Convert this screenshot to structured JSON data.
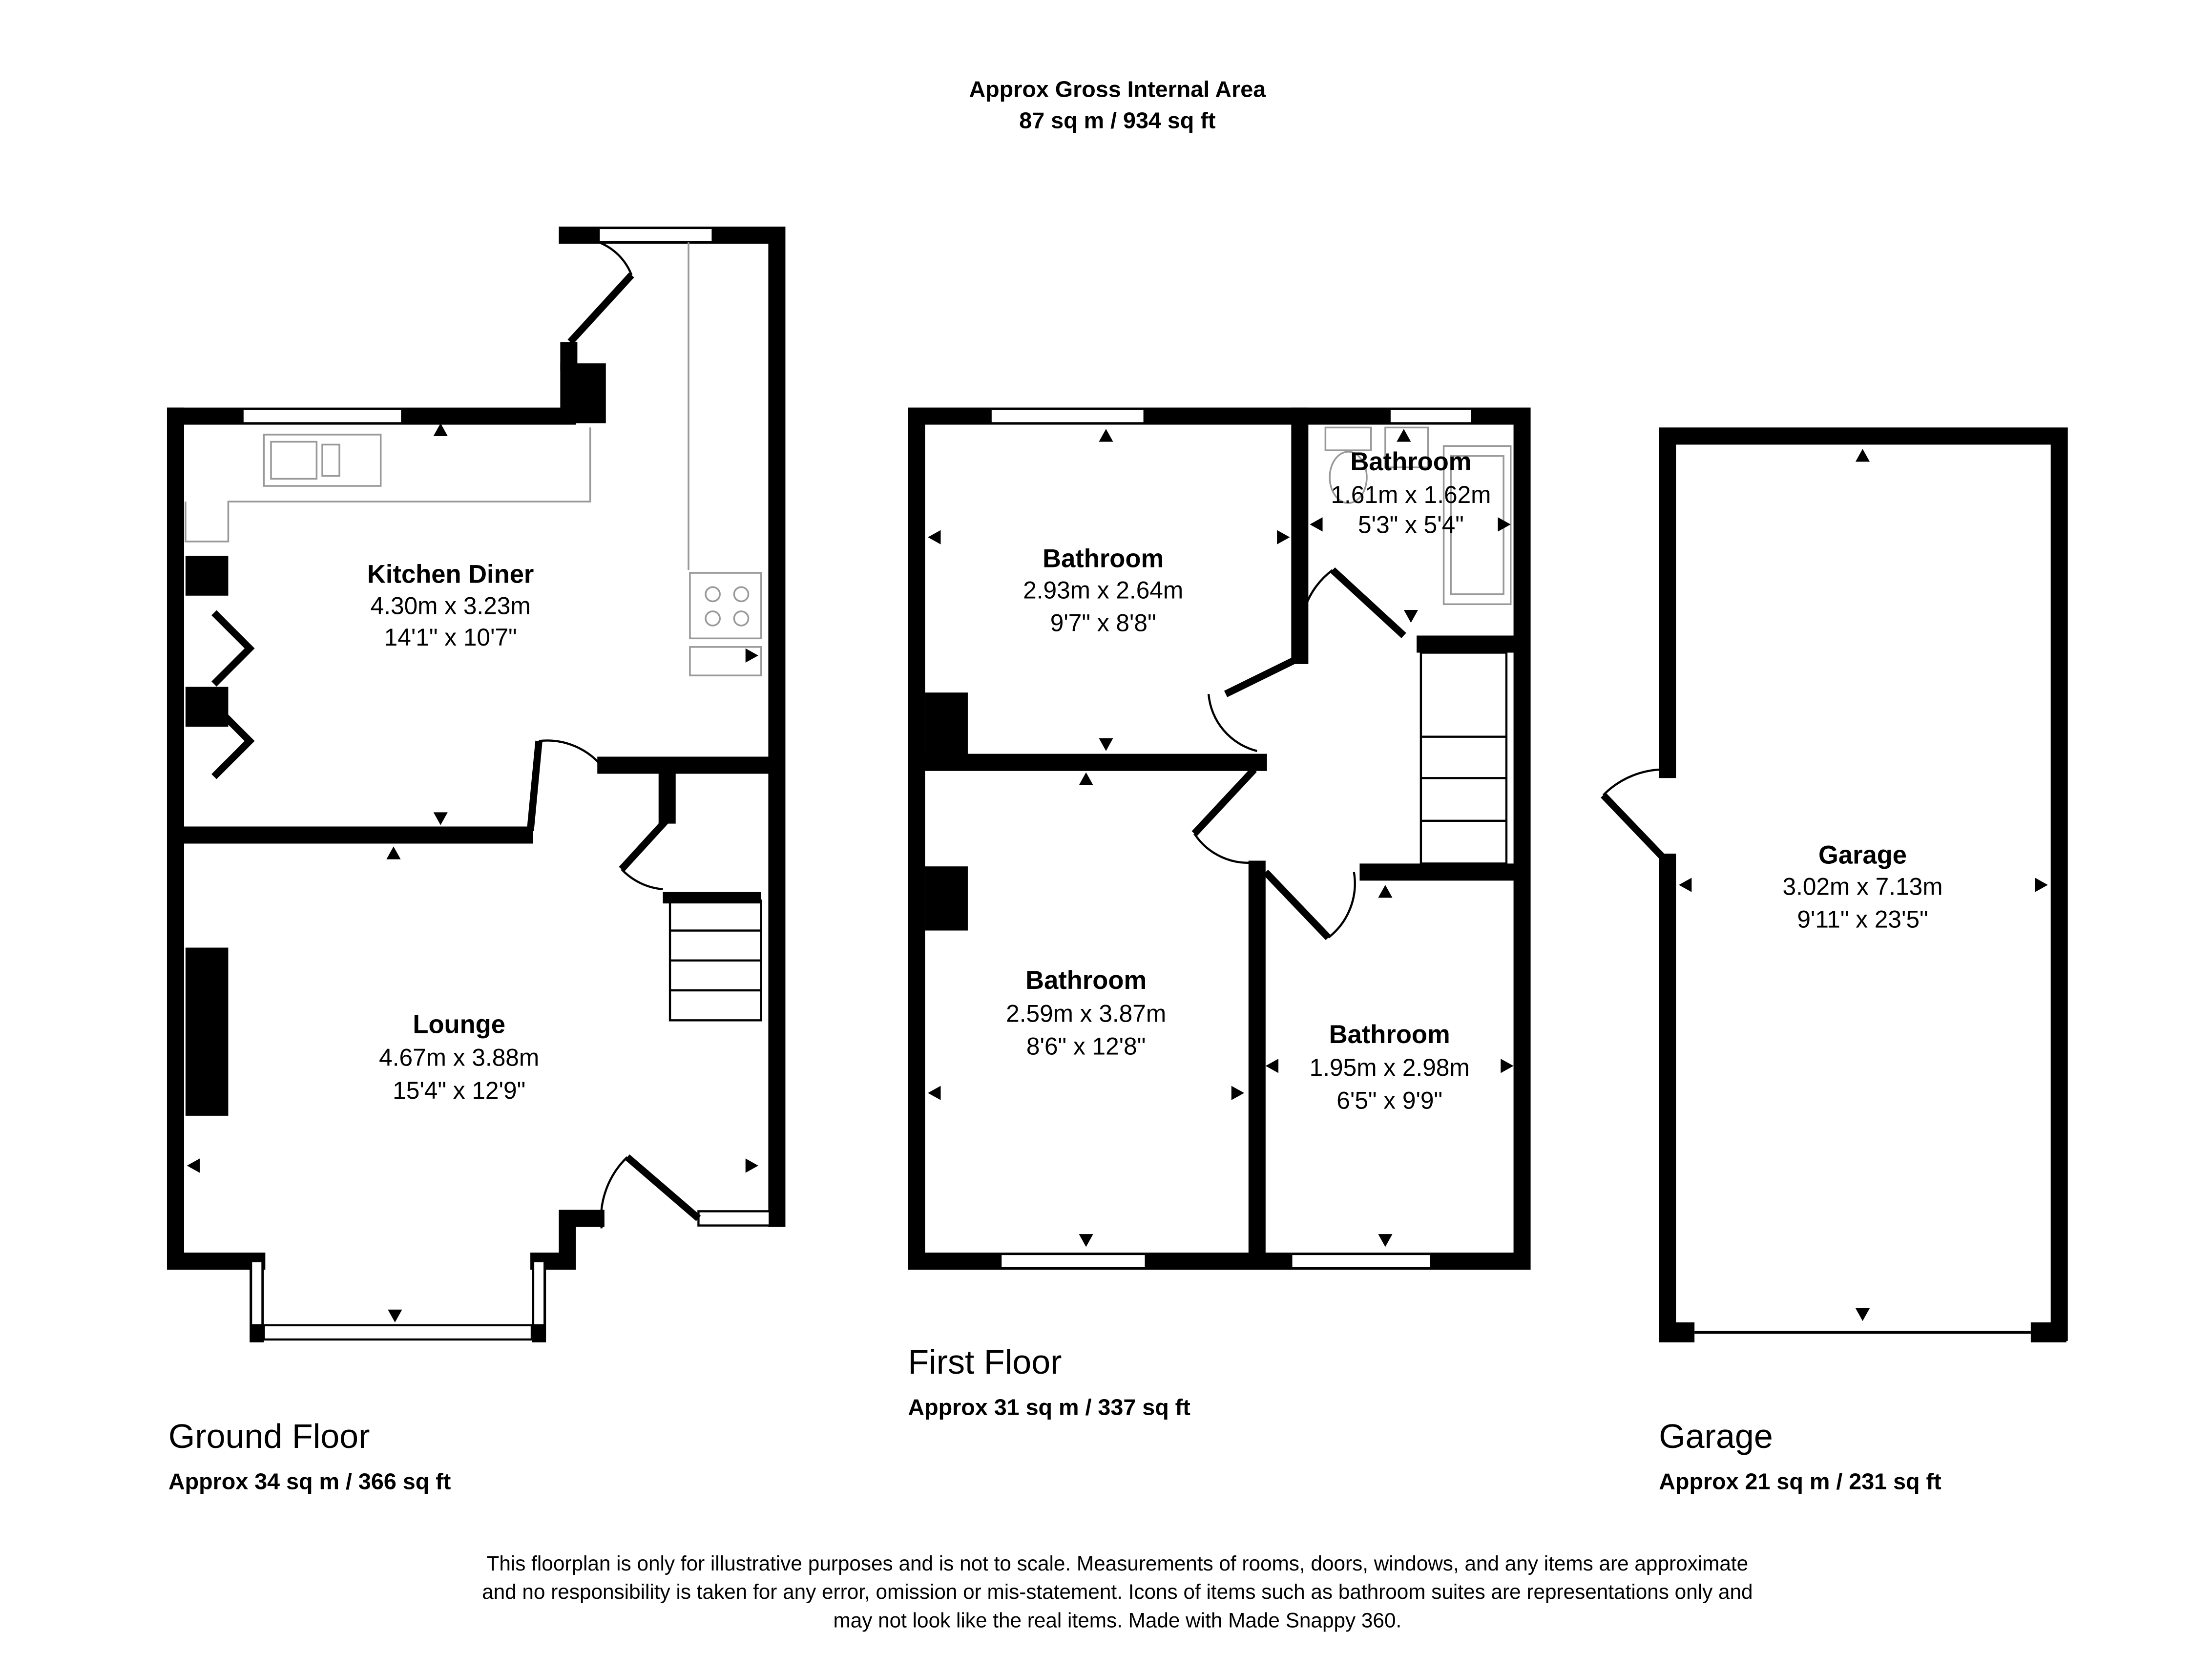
{
  "header": {
    "title": "Approx Gross Internal Area",
    "total_area": "87 sq m / 934 sq ft"
  },
  "floors": {
    "ground": {
      "title": "Ground Floor",
      "area": "Approx 34 sq m / 366 sq ft",
      "rooms": [
        {
          "name": "Kitchen Diner",
          "metric": "4.30m x 3.23m",
          "imperial": "14'1\" x 10'7\""
        },
        {
          "name": "Lounge",
          "metric": "4.67m x 3.88m",
          "imperial": "15'4\" x 12'9\""
        }
      ]
    },
    "first": {
      "title": "First Floor",
      "area": "Approx 31 sq m / 337 sq ft",
      "rooms": [
        {
          "name": "Bathroom",
          "metric": "2.93m x 2.64m",
          "imperial": "9'7\" x 8'8\""
        },
        {
          "name": "Bathroom",
          "metric": "1.61m x 1.62m",
          "imperial": "5'3\" x 5'4\""
        },
        {
          "name": "Bathroom",
          "metric": "2.59m x 3.87m",
          "imperial": "8'6\" x 12'8\""
        },
        {
          "name": "Bathroom",
          "metric": "1.95m x 2.98m",
          "imperial": "6'5\" x 9'9\""
        }
      ]
    },
    "garage": {
      "title": "Garage",
      "area": "Approx 21 sq m / 231 sq ft",
      "rooms": [
        {
          "name": "Garage",
          "metric": "3.02m x 7.13m",
          "imperial": "9'11\" x 23'5\""
        }
      ]
    }
  },
  "disclaimer": [
    "This floorplan is only for illustrative purposes and is not to scale. Measurements of rooms, doors, windows, and any items are approximate",
    "and no responsibility is taken for any error, omission or mis-statement. Icons of items such as bathroom suites are representations only and",
    "may not look like the real items. Made with Made Snappy 360."
  ]
}
